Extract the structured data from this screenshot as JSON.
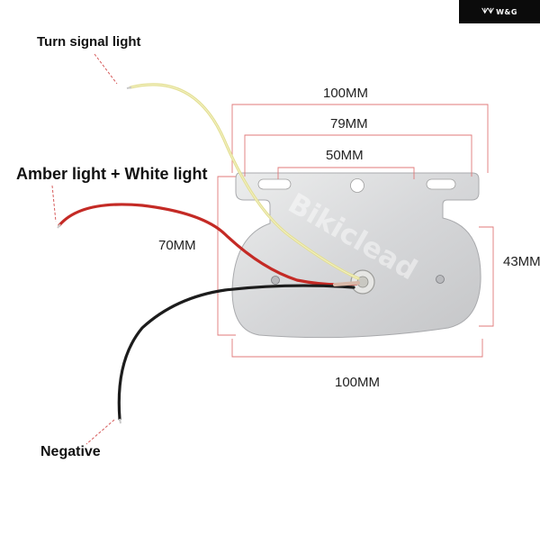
{
  "brand": {
    "logo_mark": "ᗐᗐ",
    "name": "W&G"
  },
  "labels": {
    "turn_signal": "Turn signal light",
    "amber_white": "Amber light + White light",
    "negative": "Negative"
  },
  "dimensions": {
    "top_outer": "100MM",
    "top_middle": "79MM",
    "top_inner": "50MM",
    "left_height": "70MM",
    "right_height": "43MM",
    "bottom_width": "100MM"
  },
  "watermark": "Bikiclead",
  "colors": {
    "wire_yellow": "#e3df92",
    "wire_red": "#c42a25",
    "wire_black": "#1c1c1c",
    "plate": "#d9dadc",
    "dim_line": "#e06a6a",
    "pointer": "#d65a5a"
  }
}
